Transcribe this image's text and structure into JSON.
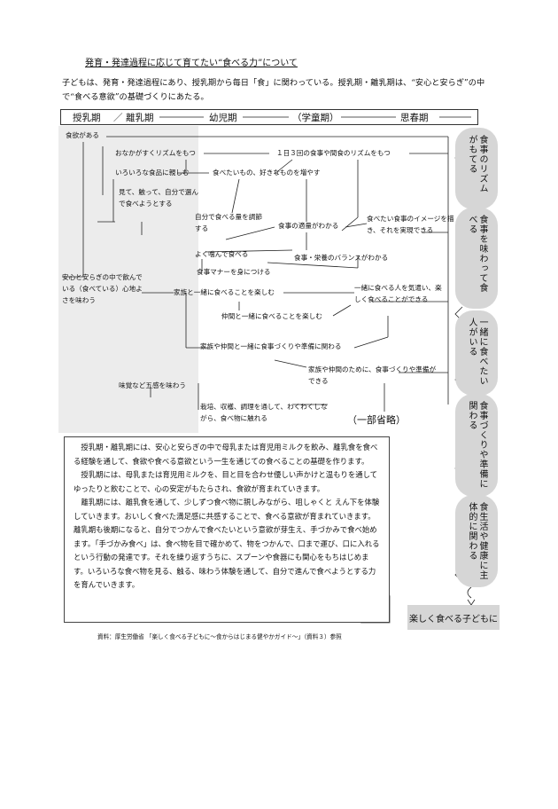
{
  "title": "発育・発達過程に応じて育てたい“食べる力”について",
  "intro": "子どもは、発育・発達過程にあり、授乳期から毎日「食」に関わっている。授乳期・離乳期は、“安心と安らぎ”の中で“食べる意欲”の基礎づくりにあたる。",
  "stages": {
    "s1": "授乳期",
    "slash": "／",
    "s2": "離乳期",
    "s3": "幼児期",
    "s4": "（学童期）",
    "s5": "思春期"
  },
  "nodes": {
    "shokuyoku": "食欲がある",
    "onaka": "おなかがすくリズムをもつ",
    "rhythm3": "１日３回の食事や間食のリズムをもつ",
    "iroiro": "いろいろな食品に親しむ",
    "tabetai": "食べたいもの、好きなものを増やす",
    "mite": "見て、触って、自分で選んで食べようとする",
    "jibun_ryou": "自分で食べる量を調節する",
    "tekiryou": "食事の適量がわかる",
    "image": "食べたい食事のイメージを描き、それを実現できる",
    "yokukamu": "よく噛んで食べる",
    "eiyou": "食事・栄養のバランスがわかる",
    "anshin": "安心と安らぎの中で飲んでいる（食べている）心地よさを味わう",
    "manner": "食事マナーを身につける",
    "kazoku": "家族と一緒に食べることを楽しむ",
    "isshoni": "一緒に食べる人を気遣い、楽しく食べることができる",
    "nakama": "仲間と一緒に食べることを楽しむ",
    "junbi": "家族や仲間と一緒に食事づくりや準備に関わる",
    "shokuji_tsukuri": "家族や仲間のために、食事づくりや準備ができる",
    "mikaku": "味覚など五感を味わう",
    "saibai": "栽培、収穫、調理を通して、わくわくしながら、食べ物に触れる",
    "omit": "（一部省略）"
  },
  "right_column": [
    "食事のリズムがもてる",
    "食事を味わって食べる",
    "一緒に食べたい人がいる",
    "食事づくりや準備に関わる",
    "食生活や健康に主体的に関わる"
  ],
  "final_label": "楽しく食べる子どもに",
  "note": [
    "授乳期・離乳期には、安心と安らぎの中で母乳または育児用ミルクを飲み、離乳食を食べる経験を通して、食欲や食べる意欲という一生を通じての食べることの基礎を作ります。",
    "授乳期には、母乳または育児用ミルクを、目と目を合わせ優しい声かけと温もりを通してゆったりと飲むことで、心の安定がもたらされ、食欲が育まれていきます。",
    "離乳期には、離乳食を通して、少しずつ食べ物に親しみながら、咀しゃくと えん下を体験していきます。おいしく食べた満足感に共感することで、食べる意欲が育まれていきます。離乳期も後期になると、自分でつかんで食べたいという意欲が芽生え、手づかみで食べ始めます。「手づかみ食べ」は、食べ物を目で確かめて、物をつかんで、口まで運び、口に入れるという行動の発達です。それを繰り返すうちに、スプーンや食器にも関心をもちはじめます。いろいろな食べ物を見る、触る、味わう体験を通して、自分で進んで食べようとする力を育んでいきます。"
  ],
  "source": "資料：厚生労働省 「楽しく食べる子どもに～食からはじまる健やかガイド～」（資料３）参照"
}
